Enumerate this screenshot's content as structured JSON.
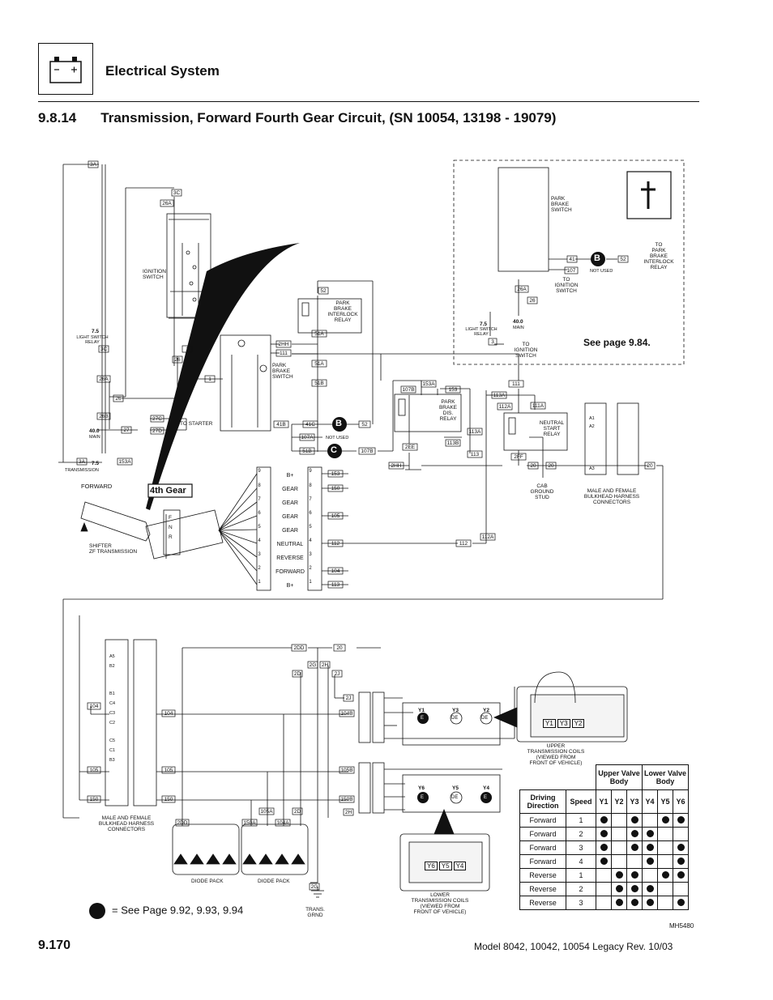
{
  "header": {
    "title": "Electrical System",
    "icon": "battery-icon"
  },
  "section": {
    "number": "9.8.14",
    "title": "Transmission, Forward Fourth Gear Circuit, (SN 10054, 13198 - 19079)"
  },
  "footer": {
    "page": "9.170",
    "model": "Model  8042, 10042, 10054 Legacy    Rev.  10/03"
  },
  "legend": {
    "text": "=  See Page 9.92, 9.93, 9.94"
  },
  "figure_id": "MH5480",
  "callouts": {
    "gear": "4th Gear",
    "see_page": "See page 9.84.",
    "B": "B",
    "C": "C"
  },
  "labels": {
    "forward": "FORWARD",
    "shifter": [
      "SHIFTER",
      "ZF TRANSMISSION"
    ],
    "ignition_switch": [
      "IGNITION",
      "SWITCH"
    ],
    "park_brake_switch": [
      "PARK",
      "BRAKE",
      "SWITCH"
    ],
    "park_brake_interlock_relay": [
      "PARK",
      "BRAKE",
      "INTERLOCK",
      "RELAY"
    ],
    "park_brake_dis_relay": [
      "PARK",
      "BRAKE",
      "DIS.",
      "RELAY"
    ],
    "neutral_start_relay": [
      "NEUTRAL",
      "START",
      "RELAY"
    ],
    "cab_ground_stud": [
      "CAB",
      "GROUND",
      "STUD"
    ],
    "bulkhead_right": [
      "MALE AND FEMALE",
      "BULKHEAD HARNESS",
      "CONNECTORS"
    ],
    "bulkhead_left": [
      "MALE AND FEMALE",
      "BULKHEAD HARNESS",
      "CONNECTORS"
    ],
    "upper_coils": [
      "UPPER",
      "TRANSMISSION COILS",
      "(VIEWED FROM",
      "FRONT OF VEHICLE)"
    ],
    "lower_coils": [
      "LOWER",
      "TRANSMISSION COILS",
      "(VIEWED FROM",
      "FRONT OF VEHICLE)"
    ],
    "diode_pack": "DIODE PACK",
    "trans_grnd": [
      "TRANS.",
      "GRND"
    ],
    "to_starter": "TO STARTER",
    "not_used": "NOT USED",
    "light_switch_relay": [
      "LIGHT SWITCH",
      "RELAY"
    ],
    "transmission": "TRANSMISSION",
    "main": "MAIN",
    "to_ignition_switch": [
      "TO",
      "IGNITION",
      "SWITCH"
    ],
    "to_pb_interlock": [
      "TO",
      "PARK",
      "BRAKE",
      "INTERLOCK",
      "RELAY"
    ],
    "fuse_75": "7.5",
    "fuse_40": "40.0",
    "shifter_pins": [
      "B+",
      "GEAR",
      "GEAR",
      "GEAR",
      "GEAR",
      "NEUTRAL",
      "REVERSE",
      "FORWARD",
      "B+"
    ],
    "shifter_positions": [
      "F",
      "N",
      "R"
    ]
  },
  "wires": {
    "top_left": [
      "3A",
      "3C",
      "26A",
      "26",
      "2B",
      "1",
      "26A",
      "26",
      "26B",
      "27",
      "27C",
      "27D",
      "3A",
      "153A",
      "3C"
    ],
    "pb_area": [
      "2HH",
      "111",
      "41B",
      "41C",
      "107A",
      "51B",
      "107B",
      "52",
      "52",
      "51A",
      "51A",
      "51B",
      "53A",
      "153",
      "107B",
      "2EE",
      "113B",
      "113A",
      "113",
      "111",
      "113A",
      "112A",
      "111A",
      "2FF",
      "20",
      "20",
      "20",
      "2HH"
    ],
    "shifter": [
      "153",
      "150",
      "105",
      "112",
      "104",
      "113",
      "112",
      "112A"
    ],
    "lower": [
      "2DD",
      "20",
      "2G",
      "2H",
      "2J",
      "2D",
      "2J",
      "104",
      "104",
      "104B",
      "105",
      "105",
      "105B",
      "150",
      "150",
      "150B",
      "2H",
      "2DD",
      "150A",
      "105A",
      "104A",
      "2D",
      "2G"
    ],
    "inset": [
      "41",
      "107",
      "52",
      "26A",
      "26",
      "3"
    ],
    "bulkhead_pins_right": [
      "A1",
      "A2",
      "A3"
    ],
    "bulkhead_pins_left": [
      "A5",
      "B2",
      "B1",
      "C4",
      "C3",
      "C2",
      "C5",
      "C1",
      "B3"
    ]
  },
  "coils": {
    "upper": [
      {
        "name": "Y1",
        "tag": "E"
      },
      {
        "name": "Y3",
        "tag": "DE"
      },
      {
        "name": "Y2",
        "tag": "DE"
      }
    ],
    "lower": [
      {
        "name": "Y6",
        "tag": "E"
      },
      {
        "name": "Y5",
        "tag": "DE"
      },
      {
        "name": "Y4",
        "tag": "E"
      }
    ],
    "upper_photo": [
      "Y1",
      "Y3",
      "Y2"
    ],
    "lower_photo": [
      "Y6",
      "Y5",
      "Y4"
    ]
  },
  "selection_table": {
    "group_headers": [
      "Upper Valve Body",
      "Lower Valve Body"
    ],
    "headers": [
      "Driving Direction",
      "Speed",
      "Y1",
      "Y2",
      "Y3",
      "Y4",
      "Y5",
      "Y6"
    ],
    "rows": [
      {
        "dir": "Forward",
        "speed": "1",
        "on": [
          1,
          0,
          1,
          0,
          1,
          1
        ]
      },
      {
        "dir": "Forward",
        "speed": "2",
        "on": [
          1,
          0,
          1,
          1,
          0,
          0
        ]
      },
      {
        "dir": "Forward",
        "speed": "3",
        "on": [
          1,
          0,
          1,
          1,
          0,
          1
        ]
      },
      {
        "dir": "Forward",
        "speed": "4",
        "on": [
          1,
          0,
          0,
          1,
          0,
          1
        ]
      },
      {
        "dir": "Reverse",
        "speed": "1",
        "on": [
          0,
          1,
          1,
          0,
          1,
          1
        ]
      },
      {
        "dir": "Reverse",
        "speed": "2",
        "on": [
          0,
          1,
          1,
          1,
          0,
          0
        ]
      },
      {
        "dir": "Reverse",
        "speed": "3",
        "on": [
          0,
          1,
          1,
          1,
          0,
          1
        ]
      }
    ]
  }
}
